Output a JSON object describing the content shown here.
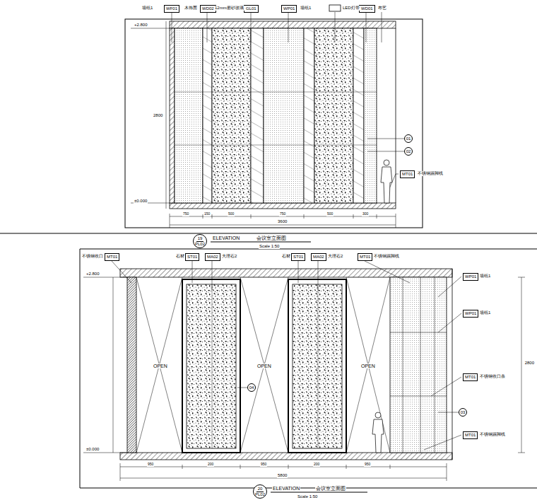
{
  "diagram": {
    "nodes": [
      {
        "text": [
          "WF01"
        ]
      },
      {
        "text": [
          "WD02"
        ]
      },
      {
        "text": [
          "GL01"
        ]
      },
      {
        "text": [
          "WP01"
        ]
      },
      {
        "text": [
          "WD01"
        ]
      },
      {
        "text": [
          "MT01"
        ]
      },
      {
        "text": [
          "01"
        ]
      },
      {
        "text": [
          "02"
        ]
      },
      {
        "text": [
          "19",
          "PL02"
        ]
      },
      {
        "text": [
          "MT01"
        ]
      },
      {
        "text": [
          "ST01"
        ]
      },
      {
        "text": [
          "MA02"
        ]
      },
      {
        "text": [
          "ST01"
        ]
      },
      {
        "text": [
          "MA02"
        ]
      },
      {
        "text": [
          "MT01"
        ]
      },
      {
        "text": [
          "WP01"
        ]
      },
      {
        "text": [
          "WP01"
        ]
      },
      {
        "text": [
          "MT01"
        ]
      },
      {
        "text": [
          "MT01"
        ]
      },
      {
        "text": [
          "03"
        ]
      },
      {
        "text": [
          "04"
        ]
      },
      {
        "text": [
          "20",
          "PL02"
        ]
      }
    ],
    "labels": [
      "墙纸1",
      "木饰面",
      "12mm磨砂玻璃",
      "墙纸1",
      "LED灯带",
      "布艺",
      "不锈钢踢脚线",
      "ELEVATION",
      "会议室立面图",
      "Scale 1:50",
      "+2.800",
      "±0.000",
      "2800",
      "750",
      "150",
      "500",
      "750",
      "500",
      "300",
      "3600",
      "不锈钢收口",
      "石材",
      "大理石2",
      "石材",
      "大理石2",
      "不锈钢踢脚线",
      "墙纸1",
      "墙纸1",
      "不锈钢收口条",
      "不锈钢踢脚线",
      "OPEN",
      "OPEN",
      "OPEN",
      "ELEVATION",
      "会议室立面图",
      "Scale 1:50",
      "+2.800",
      "±0.000",
      "950",
      "200",
      "950",
      "200",
      "950",
      "5800",
      "2800"
    ]
  }
}
